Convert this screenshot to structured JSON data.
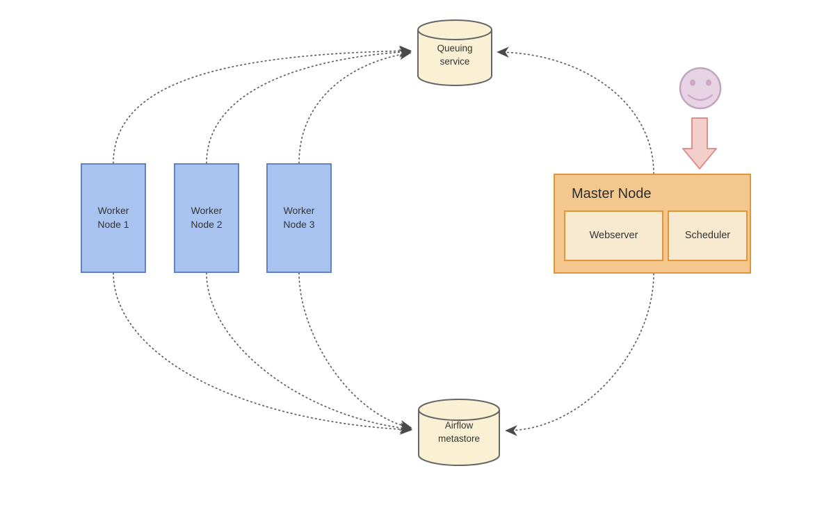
{
  "diagram": {
    "type": "architecture-diagram",
    "nodes": {
      "queuing_service": {
        "label": "Queuing service",
        "shape": "cylinder"
      },
      "airflow_metastore": {
        "label": "Airflow metastore",
        "shape": "cylinder"
      },
      "worker_nodes": [
        {
          "label": "Worker Node 1"
        },
        {
          "label": "Worker Node 2"
        },
        {
          "label": "Worker Node 3"
        }
      ],
      "master_node": {
        "title": "Master Node",
        "children": [
          {
            "label": "Webserver"
          },
          {
            "label": "Scheduler"
          }
        ]
      },
      "user": {
        "icon": "smiley-face-icon"
      }
    },
    "edges": [
      {
        "from": "worker-node-1",
        "to": "queuing-service",
        "style": "dotted-arrow"
      },
      {
        "from": "worker-node-2",
        "to": "queuing-service",
        "style": "dotted-arrow"
      },
      {
        "from": "worker-node-3",
        "to": "queuing-service",
        "style": "dotted-arrow"
      },
      {
        "from": "worker-node-1",
        "to": "airflow-metastore",
        "style": "dotted-arrow"
      },
      {
        "from": "worker-node-2",
        "to": "airflow-metastore",
        "style": "dotted-arrow"
      },
      {
        "from": "worker-node-3",
        "to": "airflow-metastore",
        "style": "dotted-arrow"
      },
      {
        "from": "master-node",
        "to": "queuing-service",
        "style": "dotted-arrow"
      },
      {
        "from": "master-node",
        "to": "airflow-metastore",
        "style": "dotted-arrow"
      },
      {
        "from": "user",
        "to": "master-node",
        "style": "block-arrow"
      }
    ],
    "colors": {
      "worker_fill": "#a9c3f0",
      "worker_stroke": "#6181c5",
      "cylinder_fill": "#faf1d4",
      "cylinder_stroke": "#666666",
      "master_fill": "#f4c78f",
      "master_stroke": "#df9538",
      "subnode_fill": "#f8e9d1",
      "user_fill": "#e7d3e4",
      "user_stroke": "#c0a4be",
      "block_arrow_fill": "#f2cfcb",
      "block_arrow_stroke": "#dd8f8b",
      "edge_color": "#5e5e5e",
      "text_color": "#333333"
    }
  }
}
